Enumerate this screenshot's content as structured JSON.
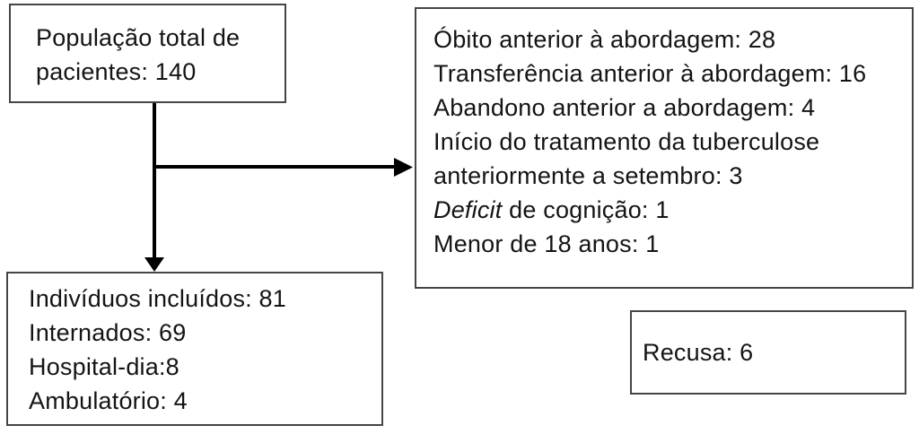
{
  "colors": {
    "bg": "#ffffff",
    "border": "#454545",
    "text": "#141414",
    "arrow": "#000000"
  },
  "diagram": {
    "population": {
      "lines": [
        "População total de",
        "pacientes: 140"
      ]
    },
    "exclusions": {
      "lines": [
        "Óbito anterior à abordagem: 28",
        "Transferência anterior à abordagem: 16",
        "Abandono anterior a abordagem: 4",
        "Início do tratamento da tuberculose",
        "anteriormente a setembro: 3",
        {
          "italic": "Deficit",
          "rest": " de cognição: 1"
        },
        "Menor de 18 anos: 1"
      ]
    },
    "included": {
      "lines": [
        "Indivíduos incluídos: 81",
        "Internados: 69",
        "Hospital-dia:8",
        "Ambulatório: 4"
      ]
    },
    "refusal": {
      "label": "Recusa: 6"
    }
  }
}
